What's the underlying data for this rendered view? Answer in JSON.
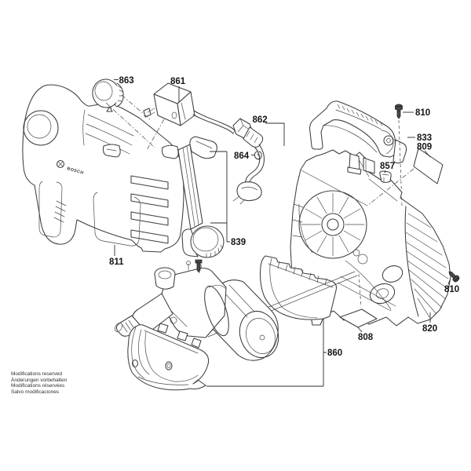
{
  "diagram": {
    "brand_text": "BOSCH",
    "part_labels": [
      {
        "id": "863"
      },
      {
        "id": "861"
      },
      {
        "id": "862"
      },
      {
        "id": "864"
      },
      {
        "id": "810"
      },
      {
        "id": "833"
      },
      {
        "id": "809"
      },
      {
        "id": "857"
      },
      {
        "id": "839"
      },
      {
        "id": "811"
      },
      {
        "id": "860"
      },
      {
        "id": "808"
      },
      {
        "id": "810"
      },
      {
        "id": "820"
      }
    ],
    "footer_lines": [
      "Modifications reserved",
      "Änderungen vorbehalten",
      "Modifications réservées",
      "Salvo modificaciones"
    ],
    "colors": {
      "line": "#3d3d3d",
      "label": "#141414",
      "background": "#ffffff"
    }
  }
}
